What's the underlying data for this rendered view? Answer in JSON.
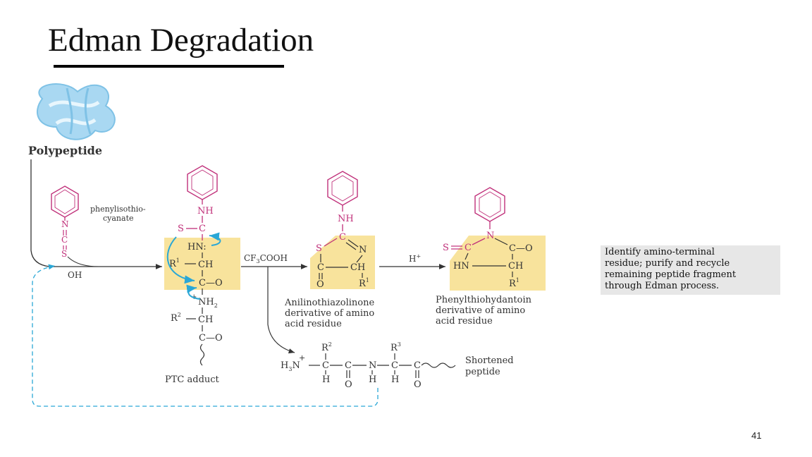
{
  "slide": {
    "title": "Edman Degradation",
    "page_number": "41"
  },
  "diagram": {
    "polypeptide": {
      "label": "Polypeptide"
    },
    "reagent": {
      "name_line1": "phenylisothio-",
      "name_line2": "cyanate",
      "atom_n": "N",
      "atom_c": "C",
      "atom_s": "S",
      "oh": "OH"
    },
    "ptc_adduct": {
      "nh": "NH",
      "s": "S",
      "c": "C",
      "hn": "HN:",
      "r1": "R",
      "r1_sup": "1",
      "ch": "CH",
      "co": "C—O",
      "nh2": "NH",
      "nh2_sub": "2",
      "plus": "+",
      "r2": "R",
      "r2_sup": "2",
      "ch2": "CH",
      "co2": "C—O",
      "caption": "PTC adduct"
    },
    "step1": {
      "reagent": "CF",
      "reagent_sub": "3",
      "reagent_rest": "COOH"
    },
    "anilinothiazolinone": {
      "nh": "NH",
      "s": "S",
      "c_top": "C",
      "n": "N",
      "c_left": "C",
      "ch": "CH",
      "o": "O",
      "r1": "R",
      "r1_sup": "1",
      "caption_line1": "Anilinothiazolinone",
      "caption_line2": "derivative of amino",
      "caption_line3": "acid residue"
    },
    "step2": {
      "reagent": "H",
      "reagent_sup": "+"
    },
    "phenylthiohydantoin": {
      "n": "N",
      "s": "S",
      "c_left": "C",
      "c_right": "C—O",
      "hn": "HN",
      "ch": "CH",
      "r1": "R",
      "r1_sup": "1",
      "caption_line1": "Phenylthiohydantoin",
      "caption_line2": "derivative of amino",
      "caption_line3": "acid residue"
    },
    "shortened_peptide": {
      "h3n": "H",
      "h3n_sub": "3",
      "h3n_n": "N",
      "plus": "+",
      "c1": "C",
      "c2": "C",
      "n2": "N",
      "c3": "C",
      "c4": "C",
      "r2": "R",
      "r2_sup": "2",
      "r3": "R",
      "r3_sup": "3",
      "h1": "H",
      "o1": "O",
      "h2": "H",
      "h3": "H",
      "o2": "O",
      "label_line1": "Shortened",
      "label_line2": "peptide"
    },
    "note": {
      "line1": "Identify amino-terminal",
      "line2": "residue; purify and recycle",
      "line3": "remaining peptide fragment",
      "line4": "through Edman process."
    }
  },
  "colors": {
    "highlight": "#f8e39c",
    "magenta": "#c0307a",
    "cyan": "#2aa7d6",
    "polypeptide_blob": "#a9d8f2",
    "note_background": "#e7e7e7"
  }
}
